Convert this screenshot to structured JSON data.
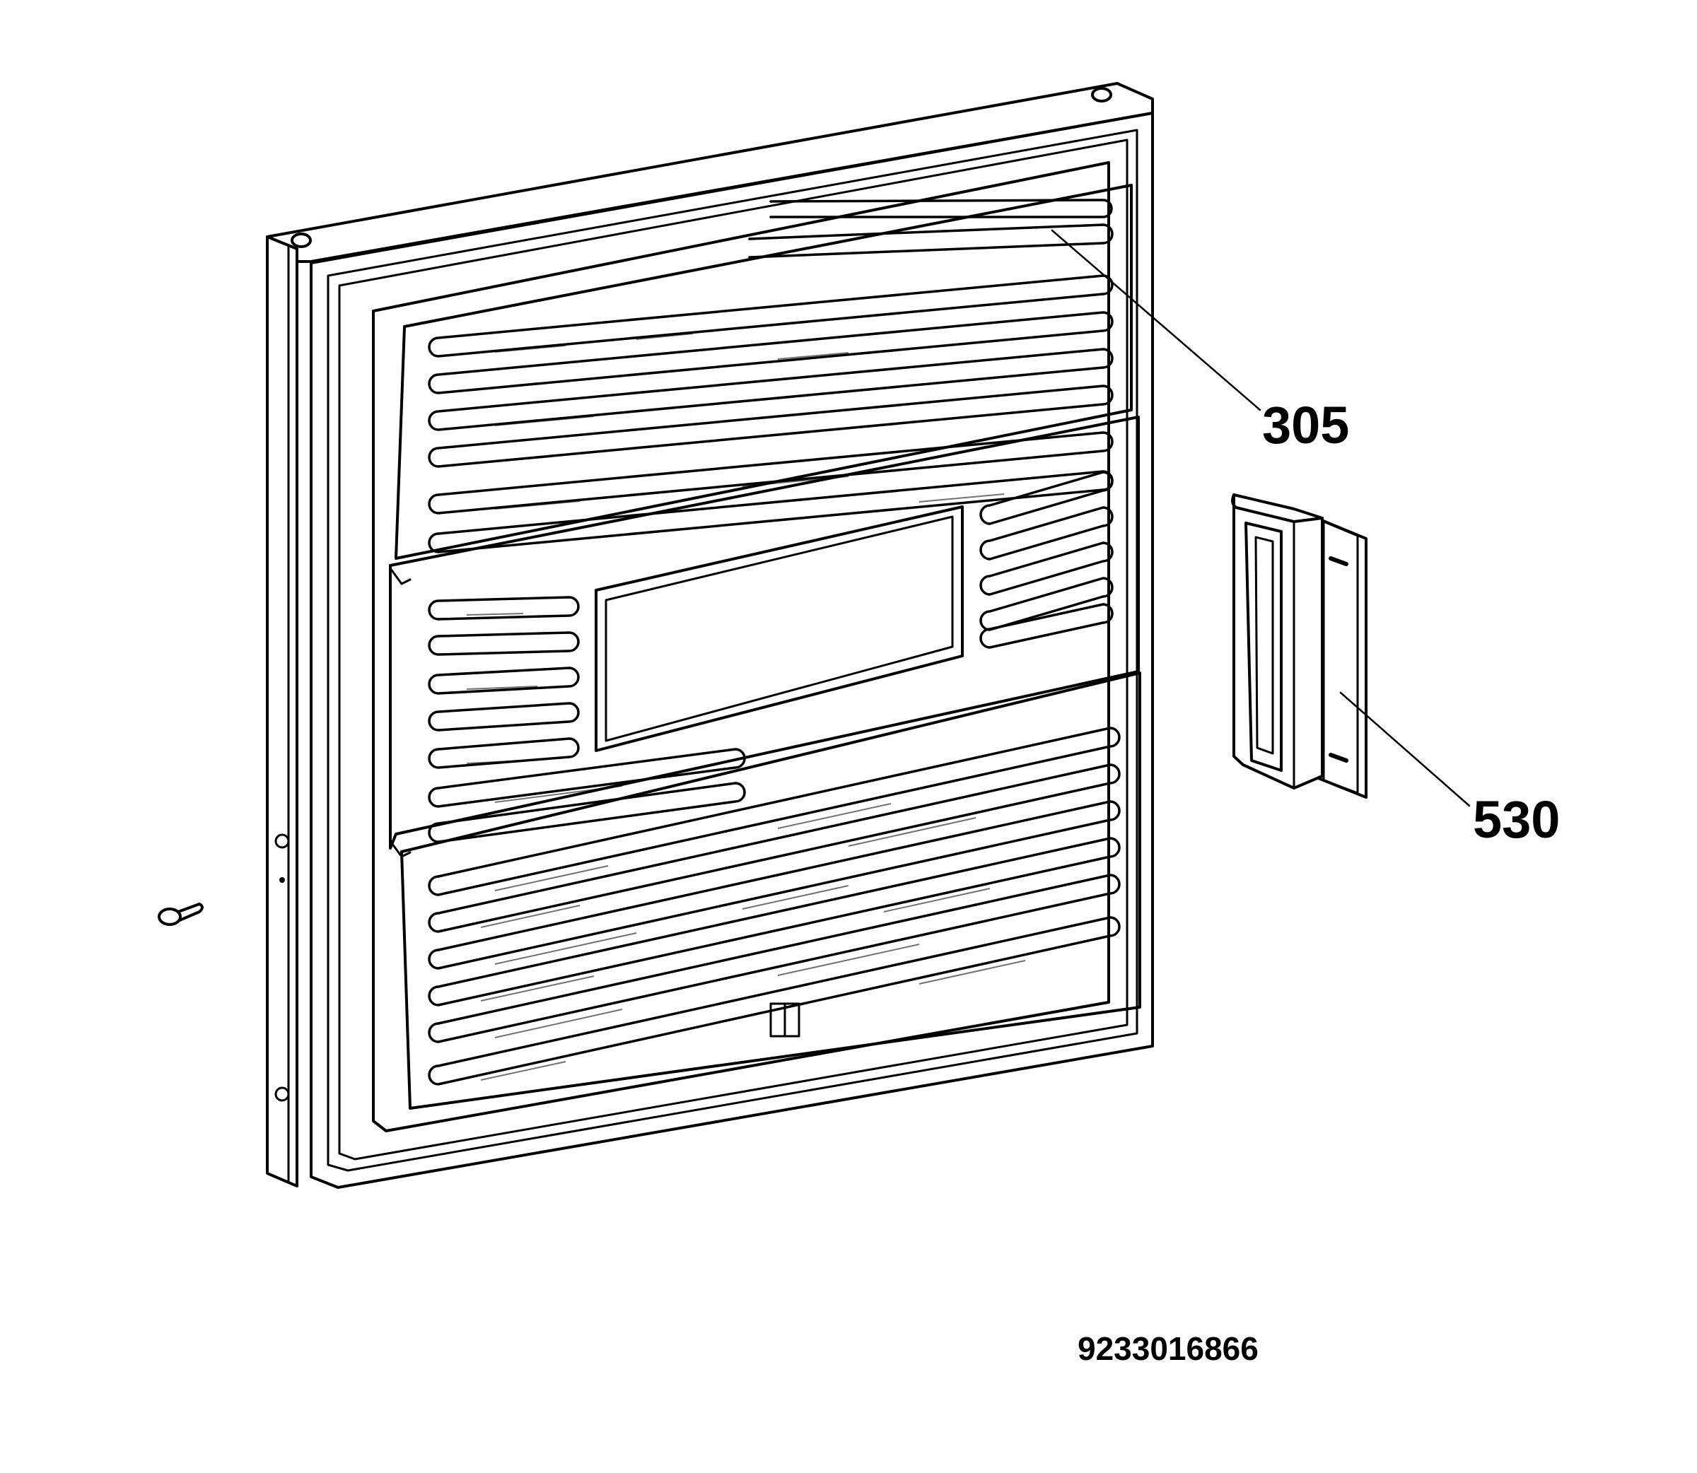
{
  "colors": {
    "ink": "#000000",
    "paper": "#ffffff"
  },
  "callouts": [
    {
      "id": "305",
      "label": "305",
      "part": "door-panel"
    },
    {
      "id": "530",
      "label": "530",
      "part": "door-handle"
    }
  ],
  "drawing_number": "9233016866"
}
